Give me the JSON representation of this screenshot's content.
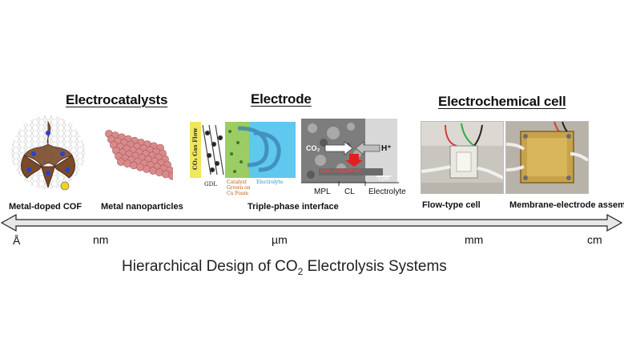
{
  "headings": {
    "electrocatalysts": "Electrocatalysts",
    "electrode": "Electrode",
    "cell": "Electrochemical cell"
  },
  "panels": {
    "cof_label": "Metal-doped COF",
    "np_label": "Metal nanoparticles",
    "triple_label": "Triple-phase interface",
    "flow_label": "Flow-type cell",
    "mea_label": "Membrane-electrode assembly"
  },
  "electrode": {
    "gas_flow": "CO₂ Gas Flow",
    "gdl": "GDL",
    "catalyst": "Catalyst Grown on Cu Foam",
    "electrolyte_side": "Electrolyte",
    "co2": "CO₂",
    "h_plus": "H⁺",
    "products": "C₂H₄, C₂H₅OH etc.",
    "scale": "1 µm",
    "mpl": "MPL",
    "cl": "CL",
    "electrolyte": "Electrolyte"
  },
  "scale_axis": {
    "ticks": [
      "Å",
      "nm",
      "µm",
      "mm",
      "cm"
    ]
  },
  "title": {
    "prefix": "Hierarchical Design of CO",
    "subscript": "2",
    "suffix": " Electrolysis Systems"
  },
  "colors": {
    "arrow_fill": "#e8e8e8",
    "cof_frame": "#7a4a2a",
    "nanoparticle": "#d98b8b",
    "electrolyte_blue": "#5fc8ee",
    "catalyst_green": "#8bc34a"
  }
}
